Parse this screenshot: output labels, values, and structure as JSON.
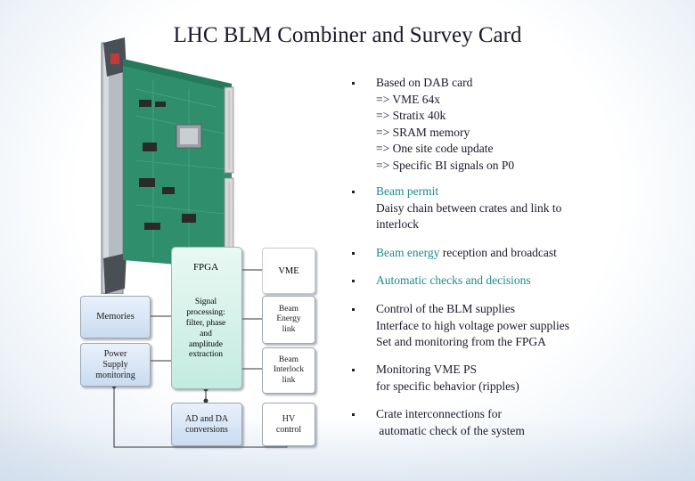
{
  "title": "LHC BLM Combiner and Survey Card",
  "diagram": {
    "fpga_title": "FPGA",
    "fpga_text": [
      "Signal",
      "processing:",
      "filter, phase",
      "and",
      "amplitude",
      "extraction"
    ],
    "vme": "VME",
    "memories": "Memories",
    "power": [
      "Power",
      "Supply",
      "monitoring"
    ],
    "beam_energy": [
      "Beam",
      "Energy",
      "link"
    ],
    "beam_interlock": [
      "Beam",
      "Interlock",
      "link"
    ],
    "ad_da": [
      "AD and DA",
      "conversions"
    ],
    "hv": [
      "HV",
      "control"
    ]
  },
  "bullets": [
    {
      "lines": [
        [
          {
            "t": "Based on DAB card"
          }
        ],
        [
          {
            "t": "=> VME 64x"
          }
        ],
        [
          {
            "t": "=> Stratix 40k"
          }
        ],
        [
          {
            "t": "=> SRAM memory"
          }
        ],
        [
          {
            "t": "=> One site code update"
          }
        ],
        [
          {
            "t": "=> Specific BI signals on P0"
          }
        ]
      ]
    },
    {
      "lines": [
        [
          {
            "t": "Beam permit",
            "hl": true
          }
        ],
        [
          {
            "t": "Daisy chain between crates and link to"
          }
        ],
        [
          {
            "t": "interlock"
          }
        ]
      ]
    },
    {
      "lines": [
        [
          {
            "t": "Beam energy",
            "hl": true
          },
          {
            "t": " reception and broadcast"
          }
        ]
      ]
    },
    {
      "lines": [
        [
          {
            "t": "Automatic checks and decisions",
            "hl": true
          }
        ]
      ]
    },
    {
      "lines": [
        [
          {
            "t": "Control of the BLM supplies"
          }
        ],
        [
          {
            "t": "Interface to high voltage power supplies"
          }
        ],
        [
          {
            "t": "Set and monitoring from the FPGA"
          }
        ]
      ]
    },
    {
      "lines": [
        [
          {
            "t": "Monitoring VME PS"
          }
        ],
        [
          {
            "t": "for specific behavior (ripples)"
          }
        ]
      ]
    },
    {
      "lines": [
        [
          {
            "t": "Crate interconnections for"
          }
        ],
        [
          {
            "t": " automatic check of the system"
          }
        ]
      ]
    }
  ],
  "colors": {
    "highlight": "#1f8a8a",
    "text": "#1a1a2a"
  }
}
